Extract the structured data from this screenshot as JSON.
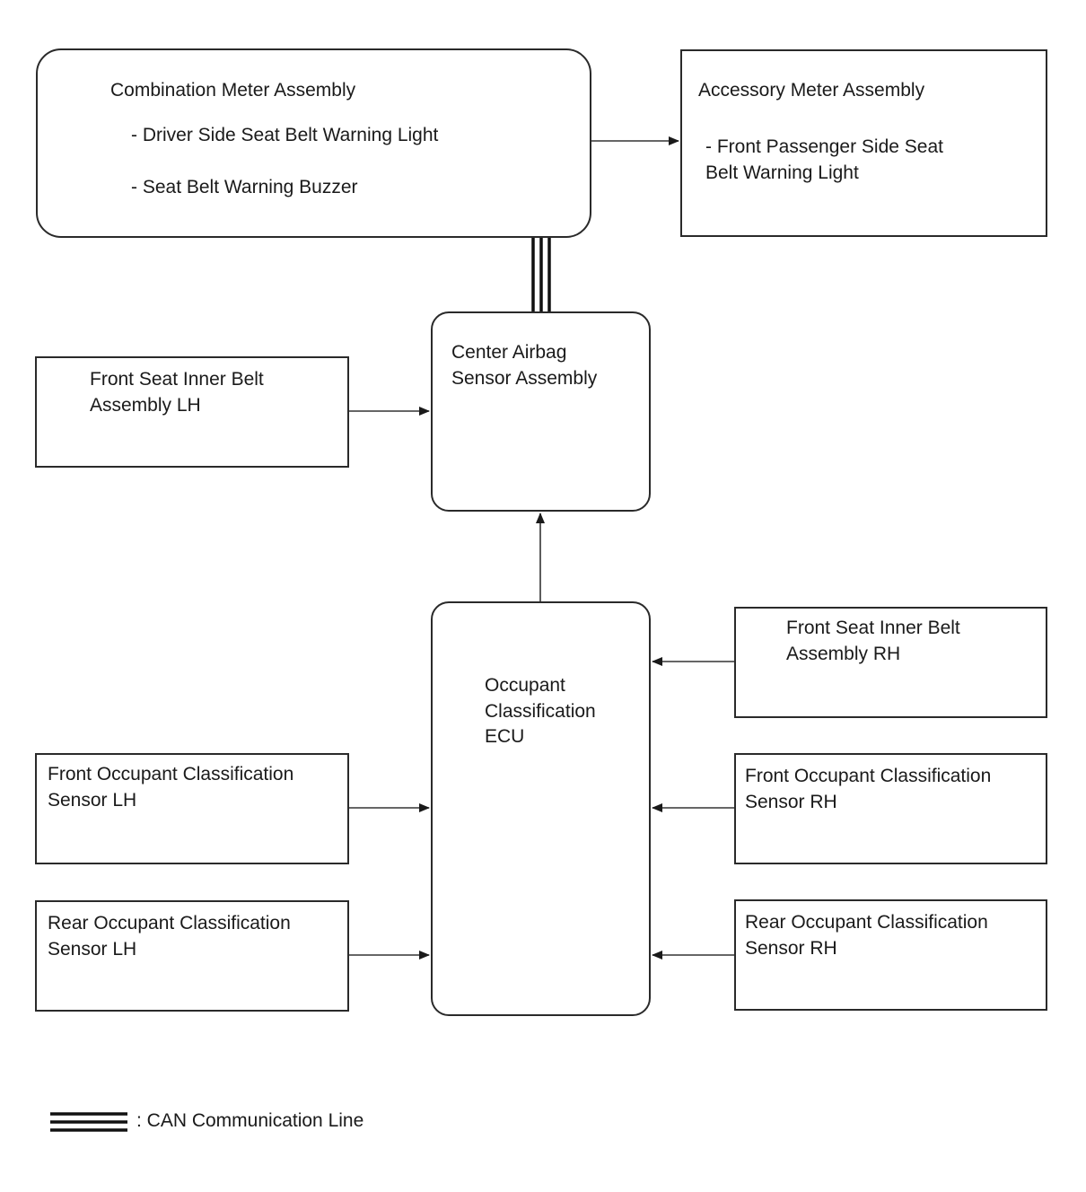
{
  "combination_meter": {
    "title": "Combination Meter Assembly",
    "item1": "- Driver Side Seat Belt Warning Light",
    "item2": "- Seat Belt Warning Buzzer"
  },
  "accessory_meter": {
    "title": "Accessory Meter Assembly",
    "item1_line1": "- Front Passenger Side Seat",
    "item1_line2": "Belt Warning Light"
  },
  "center_airbag": {
    "line1": "Center Airbag",
    "line2": "Sensor Assembly"
  },
  "front_belt_lh": {
    "line1": "Front Seat Inner Belt",
    "line2": "Assembly LH"
  },
  "occupant_ecu": {
    "line1": "Occupant",
    "line2": "Classification",
    "line3": "ECU"
  },
  "front_belt_rh": {
    "line1": "Front Seat Inner Belt",
    "line2": "Assembly RH"
  },
  "front_sensor_lh": {
    "line1": "Front Occupant Classification",
    "line2": "Sensor LH"
  },
  "front_sensor_rh": {
    "line1": "Front Occupant Classification",
    "line2": "Sensor RH"
  },
  "rear_sensor_lh": {
    "line1": "Rear Occupant Classification",
    "line2": "Sensor LH"
  },
  "rear_sensor_rh": {
    "line1": "Rear Occupant Classification",
    "line2": "Sensor RH"
  },
  "legend": {
    "label": ": CAN Communication Line"
  },
  "colors": {
    "line": "#2a2a2a",
    "text": "#1a1a1a"
  }
}
